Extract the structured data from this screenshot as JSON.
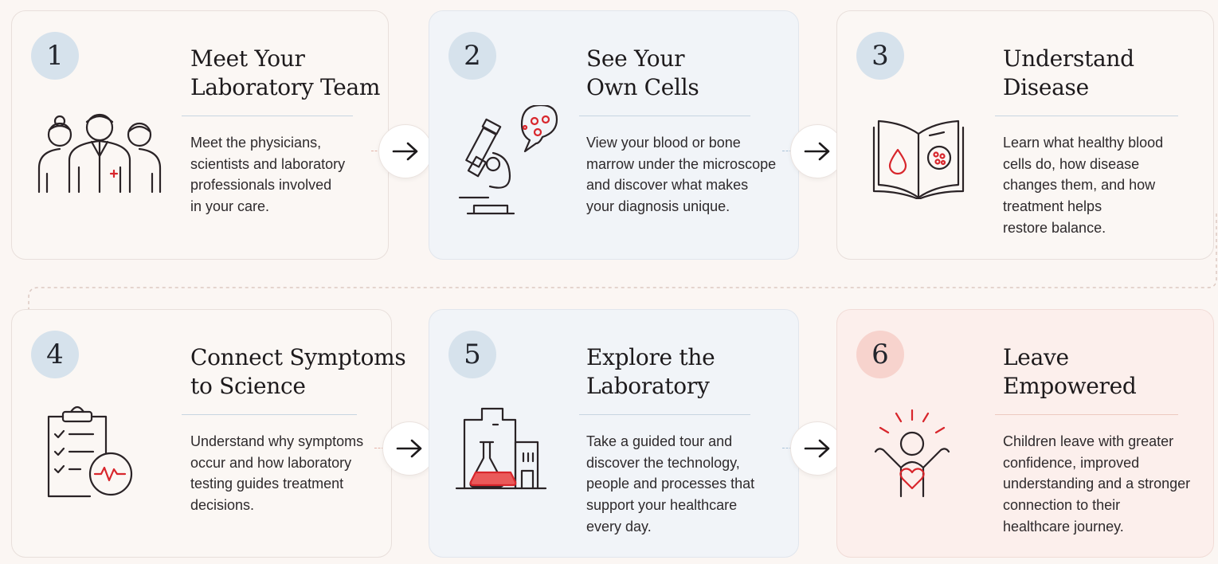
{
  "steps": [
    {
      "number": "1",
      "title": [
        "Meet Your",
        "Laboratory Team"
      ],
      "description": [
        "Meet the physicians,",
        "scientists and laboratory",
        "professionals involved",
        "in your care."
      ],
      "icon": "team-icon"
    },
    {
      "number": "2",
      "title": [
        "See Your",
        "Own Cells"
      ],
      "description": [
        "View your blood or bone",
        "marrow under the microscope",
        "and discover what makes",
        "your diagnosis unique."
      ],
      "icon": "microscope-icon"
    },
    {
      "number": "3",
      "title": [
        "Understand",
        "Disease"
      ],
      "description": [
        "Learn what healthy blood",
        "cells do, how disease",
        "changes them, and how",
        "treatment helps",
        "restore balance."
      ],
      "icon": "book-icon"
    },
    {
      "number": "4",
      "title": [
        "Connect Symptoms",
        "to Science"
      ],
      "description": [
        "Understand why symptoms",
        "occur and how laboratory",
        "testing guides treatment",
        "decisions."
      ],
      "icon": "clipboard-icon"
    },
    {
      "number": "5",
      "title": [
        "Explore the",
        "Laboratory"
      ],
      "description": [
        "Take a guided tour and",
        "discover the technology,",
        "people and processes that",
        "support your healthcare",
        "every day."
      ],
      "icon": "laboratory-icon"
    },
    {
      "number": "6",
      "title": [
        "Leave",
        "Empowered"
      ],
      "description": [
        "Children leave with greater",
        "confidence, improved",
        "understanding and a stronger",
        "connection to their",
        "healthcare journey."
      ],
      "icon": "empowered-child-icon"
    }
  ],
  "colors": {
    "accent_red": "#d8262c",
    "line_dark": "#2a2326",
    "step_circle_blue": "#d6e2ec",
    "step_circle_pink": "#f7d3cd"
  }
}
